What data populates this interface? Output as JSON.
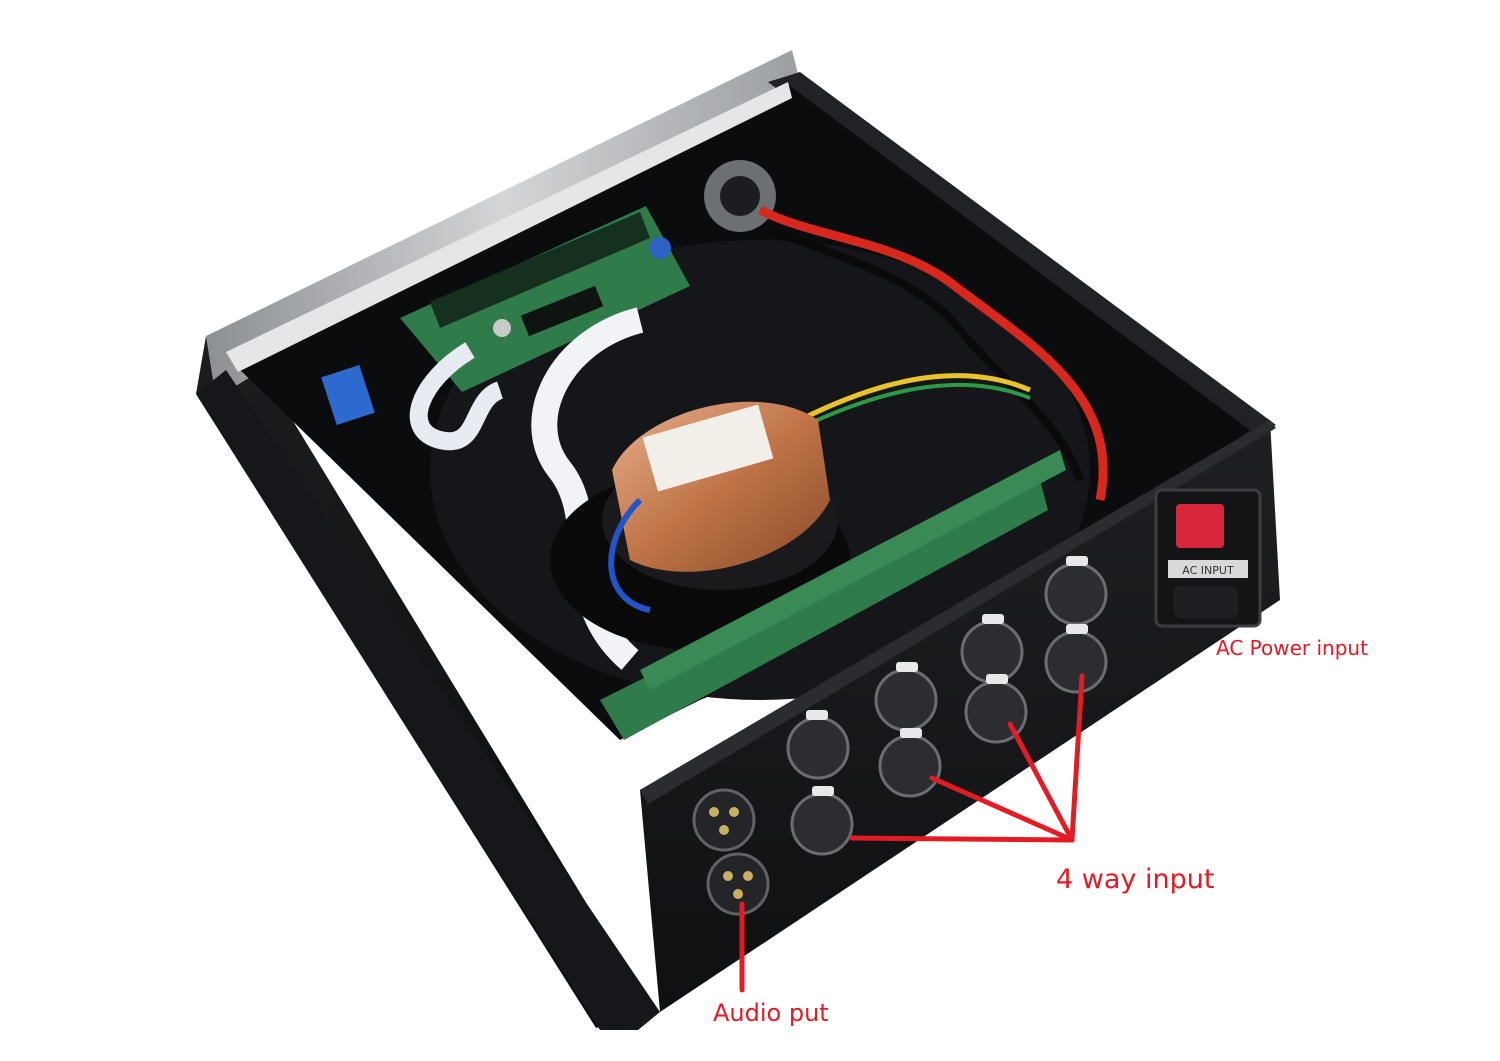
{
  "colors": {
    "background": "#ffffff",
    "annotation": "#e31b23",
    "chassis": "#141517",
    "lid": "#b9bbbd",
    "pcb": "#2f7b4a",
    "copper": "#c9825a",
    "switch": "#d8273b"
  },
  "labels": {
    "ac_power": "AC Power input",
    "four_way": "4 way input",
    "audio": "Audio put"
  },
  "label_badge": "AC INPUT"
}
